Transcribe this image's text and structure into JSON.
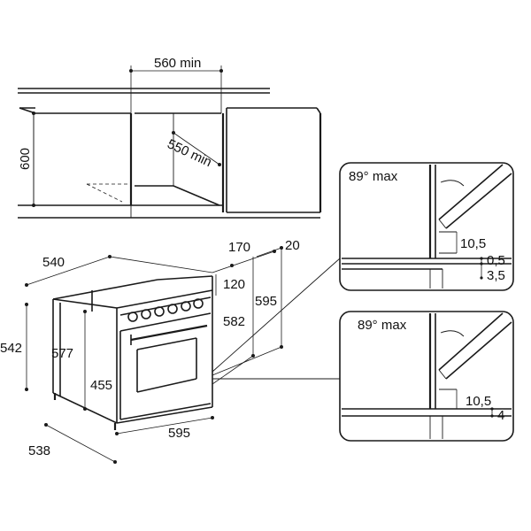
{
  "cabinet_diagram": {
    "width_label": "560 min",
    "height_label": "600",
    "depth_label": "550 min"
  },
  "oven_diagram": {
    "top_depth_label": "540",
    "top_right_label": "170",
    "top_far_right_label": "20",
    "panel_label": "120",
    "height_595_label": "595",
    "height_582_label": "582",
    "side_height_542_label": "542",
    "side_height_577_label": "577",
    "inner_height_455_label": "455",
    "width_595_label": "595",
    "depth_538_label": "538"
  },
  "detail_top": {
    "angle_label": "89° max",
    "gap_10_5_label": "10,5",
    "gap_0_5_label": "0,5",
    "gap_3_5_label": "3,5"
  },
  "detail_bottom": {
    "angle_label": "89° max",
    "gap_10_5_label": "10,5",
    "gap_4_label": "4"
  }
}
